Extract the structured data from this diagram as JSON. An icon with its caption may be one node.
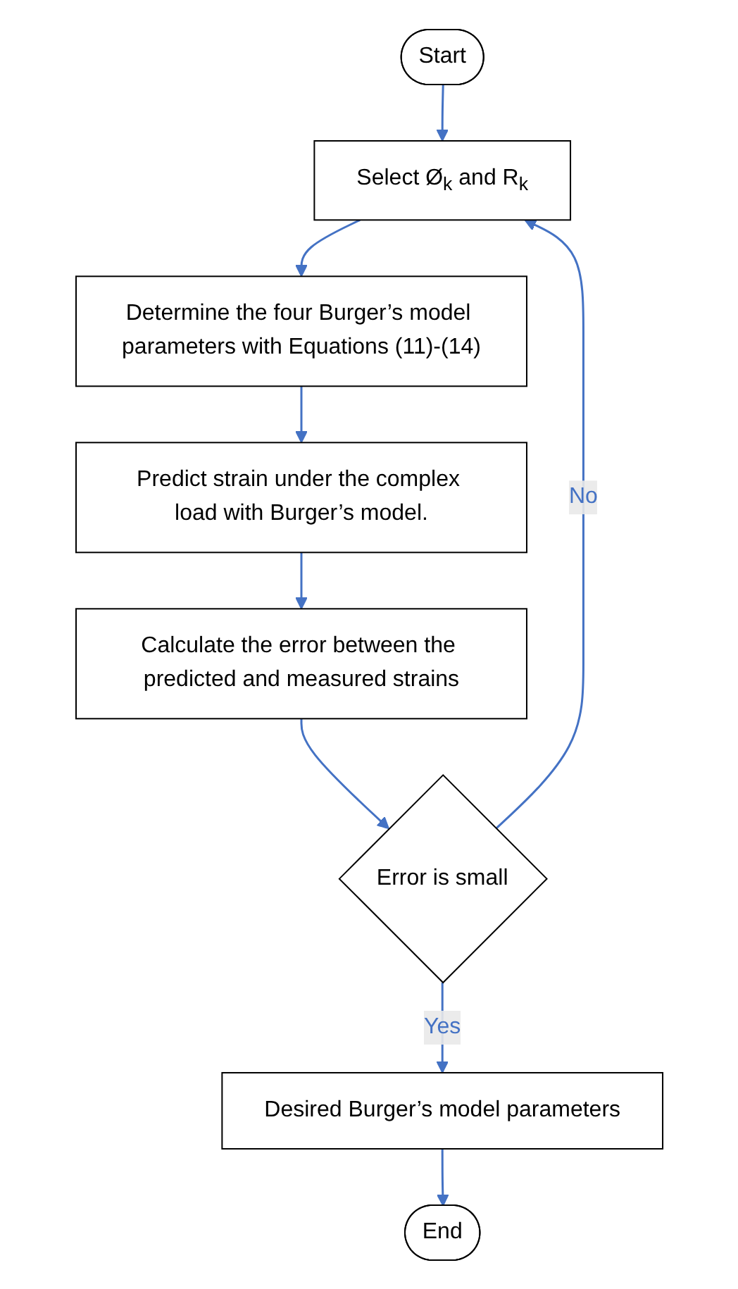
{
  "diagram": {
    "nodes": [
      {
        "text": [
          "Start"
        ]
      },
      {
        "text": [
          "Select Ø$_{k}$ and R$_{k}$"
        ]
      },
      {
        "text": [
          "Determine the four Burger’s model parameters with Equations (11)-(14)"
        ]
      },
      {
        "text": [
          "Predict strain under the complex load with Burger’s model."
        ]
      },
      {
        "text": [
          "Calculate the error between the predicted and measured strains"
        ]
      },
      {
        "text": [
          "Error is small"
        ]
      },
      {
        "text": [
          "Desired Burger’s model parameters"
        ]
      },
      {
        "text": [
          "End"
        ]
      }
    ],
    "edges": [
      {
        "from": 0,
        "to": 1,
        "arrow": "to"
      },
      {
        "from": 1,
        "to": 2,
        "arrow": "to"
      },
      {
        "from": 2,
        "to": 3,
        "arrow": "to"
      },
      {
        "from": 3,
        "to": 4,
        "arrow": "to"
      },
      {
        "from": 4,
        "to": 5,
        "arrow": "to"
      },
      {
        "from": 5,
        "to": 1,
        "arrow": "to",
        "label": "No"
      },
      {
        "from": 5,
        "to": 6,
        "arrow": "to",
        "label": "Yes"
      },
      {
        "from": 6,
        "to": 7,
        "arrow": "to"
      }
    ]
  }
}
